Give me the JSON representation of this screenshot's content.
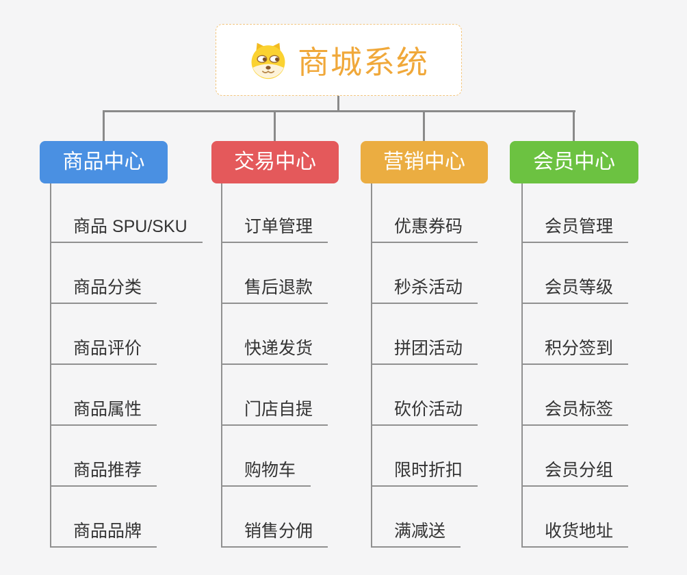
{
  "colors": {
    "background": "#f5f5f6",
    "connector": "#8a8a8a",
    "line": "#909090",
    "leaf_text": "#333333"
  },
  "root": {
    "title": "商城系统",
    "text_color": "#f0a83a",
    "border_color": "#f3c57c",
    "icon": "dog-face-icon"
  },
  "branches": [
    {
      "label": "商品中心",
      "color": "#4a90e2",
      "children": [
        "商品 SPU/SKU",
        "商品分类",
        "商品评价",
        "商品属性",
        "商品推荐",
        "商品品牌"
      ]
    },
    {
      "label": "交易中心",
      "color": "#e4595b",
      "children": [
        "订单管理",
        "售后退款",
        "快递发货",
        "门店自提",
        "购物车",
        "销售分佣"
      ]
    },
    {
      "label": "营销中心",
      "color": "#ebad41",
      "children": [
        "优惠券码",
        "秒杀活动",
        "拼团活动",
        "砍价活动",
        "限时折扣",
        "满减送"
      ]
    },
    {
      "label": "会员中心",
      "color": "#6cc241",
      "children": [
        "会员管理",
        "会员等级",
        "积分签到",
        "会员标签",
        "会员分组",
        "收货地址"
      ]
    }
  ]
}
